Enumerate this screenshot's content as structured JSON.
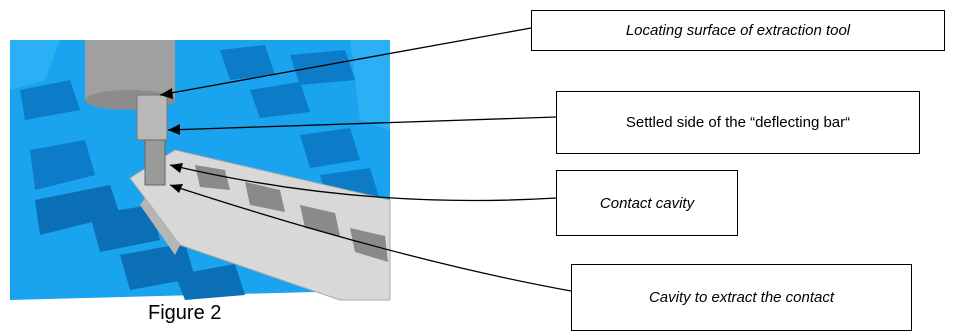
{
  "caption": "Figure 2",
  "labels": {
    "locating_surface": "Locating surface of extraction tool",
    "settled_side": "Settled side of the “deflecting bar“",
    "contact_cavity": "Contact cavity",
    "extract_cavity": "Cavity to extract  the contact"
  },
  "colors": {
    "connector_blue": "#1aa3ee",
    "connector_shadow": "#0a6fb4",
    "bar_gray": "#d8d8d8",
    "tool_gray": "#9a9a9a"
  }
}
